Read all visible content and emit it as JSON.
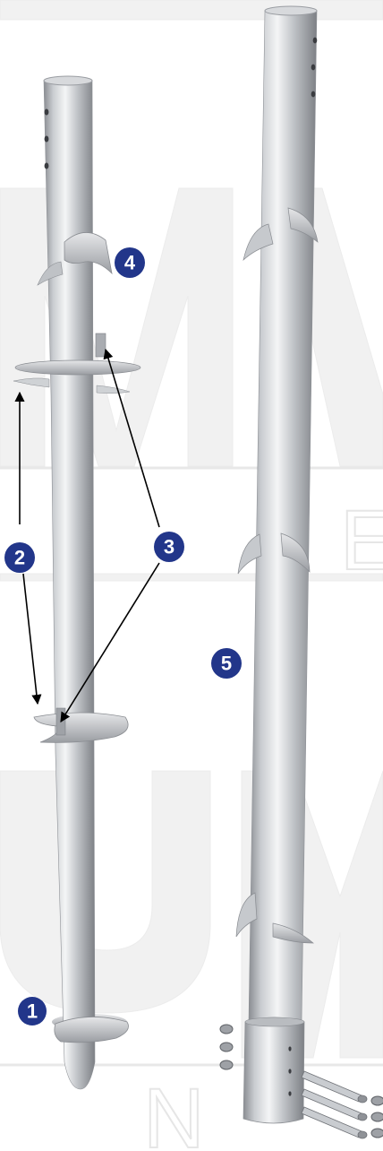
{
  "callouts": {
    "c1": "1",
    "c2": "2",
    "c3": "3",
    "c4": "4",
    "c5": "5"
  },
  "watermark": {
    "letters_top": "M",
    "letters_mid": "E",
    "letters_bottom": "UM",
    "letters_foot": "N"
  },
  "colors": {
    "callout_fill": "#22368a",
    "callout_text": "#ffffff",
    "arrow": "#000000",
    "metal_dark": "#8a8d92",
    "metal_light": "#f4f5f6",
    "watermark": "#f1f1f1"
  },
  "icons": {
    "pile_left": "screw-pile-icon",
    "pile_right": "screw-pile-extension-icon",
    "bolts": "bolt-set-icon",
    "nuts": "nut-set-icon"
  }
}
